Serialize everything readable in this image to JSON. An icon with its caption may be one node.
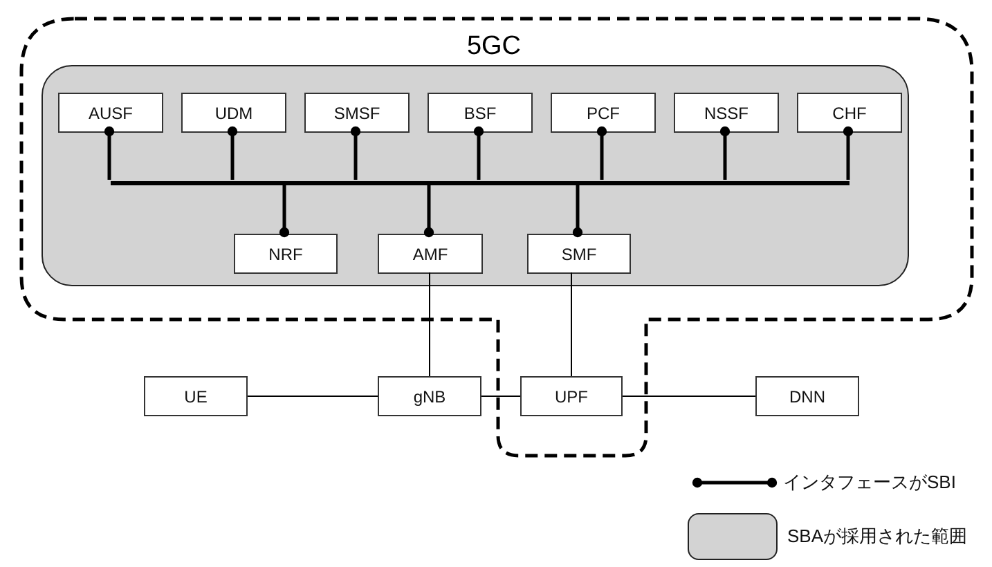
{
  "diagram": {
    "nodes": [
      {
        "text": [
          "5GC"
        ]
      },
      {
        "text": [],
        "shape": "box",
        "in": 0
      },
      {
        "text": [
          "AUSF"
        ],
        "in": 1
      },
      {
        "text": [
          "UDM"
        ],
        "in": 1
      },
      {
        "text": [
          "SMSF"
        ],
        "in": 1
      },
      {
        "text": [
          "BSF"
        ],
        "in": 1
      },
      {
        "text": [
          "PCF"
        ],
        "in": 1
      },
      {
        "text": [
          "NSSF"
        ],
        "in": 1
      },
      {
        "text": [
          "CHF"
        ],
        "in": 1
      },
      {
        "text": [],
        "shape": "bar",
        "in": 1
      },
      {
        "text": [
          "NRF"
        ],
        "in": 1
      },
      {
        "text": [
          "AMF"
        ],
        "in": 1
      },
      {
        "text": [
          "SMF"
        ],
        "in": 1
      },
      {
        "text": [
          "UE"
        ]
      },
      {
        "text": [
          "gNB"
        ]
      },
      {
        "text": [
          "UPF"
        ],
        "in": 0
      },
      {
        "text": [
          "DNN"
        ]
      }
    ],
    "edges": [
      {
        "from": 2,
        "to": 9,
        "arrow": "other"
      },
      {
        "from": 3,
        "to": 9,
        "arrow": "other"
      },
      {
        "from": 4,
        "to": 9,
        "arrow": "other"
      },
      {
        "from": 5,
        "to": 9,
        "arrow": "other"
      },
      {
        "from": 6,
        "to": 9,
        "arrow": "other"
      },
      {
        "from": 7,
        "to": 9,
        "arrow": "other"
      },
      {
        "from": 8,
        "to": 9,
        "arrow": "other"
      },
      {
        "from": 10,
        "to": 9,
        "arrow": "other"
      },
      {
        "from": 11,
        "to": 9,
        "arrow": "other"
      },
      {
        "from": 12,
        "to": 9,
        "arrow": "other"
      },
      {
        "from": 11,
        "to": 14,
        "arrow": "none"
      },
      {
        "from": 12,
        "to": 15,
        "arrow": "none"
      },
      {
        "from": 13,
        "to": 14,
        "arrow": "none"
      },
      {
        "from": 14,
        "to": 15,
        "arrow": "none"
      },
      {
        "from": 15,
        "to": 16,
        "arrow": "none"
      }
    ],
    "legend": [
      {
        "text": "インタフェースがSBI"
      },
      {
        "text": "SBAが採用された範囲",
        "color": "#d3d3d3"
      }
    ]
  }
}
